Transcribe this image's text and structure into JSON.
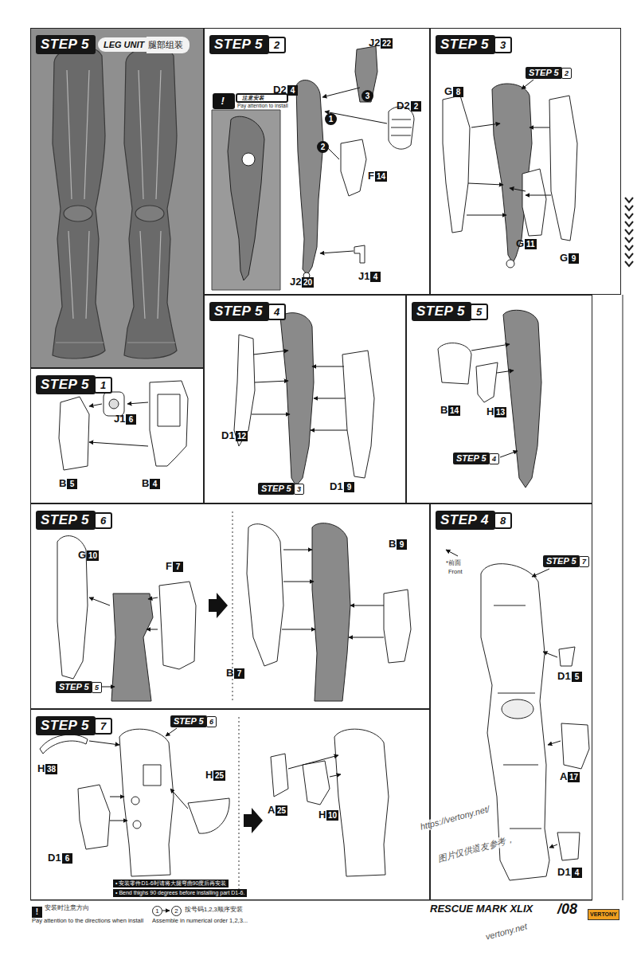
{
  "diagram": {
    "nodes": [
      {
        "text": [
          "STEP 5",
          "LEG UNIT",
          "腿部组装"
        ]
      },
      {
        "text": [
          "STEP 5",
          "2"
        ]
      },
      {
        "text": [
          "!",
          "注意安装",
          "Pay attention to install"
        ],
        "in": 1
      },
      {
        "text": [
          "STEP 5",
          "3"
        ]
      },
      {
        "text": [
          "STEP 5",
          "1"
        ]
      },
      {
        "text": [
          "STEP 5",
          "4"
        ]
      },
      {
        "text": [
          "STEP 5",
          "5"
        ]
      },
      {
        "text": [
          "STEP 5",
          "6"
        ]
      },
      {
        "text": [
          "STEP 4",
          "8"
        ]
      },
      {
        "text": [
          "STEP 5",
          "7"
        ]
      }
    ],
    "labels": [
      "J2",
      "22",
      "D2",
      "4",
      "3",
      "D2",
      "2",
      "1",
      "2",
      "F",
      "14",
      "J1",
      "4",
      "J2",
      "20",
      "STEP 5",
      "2",
      "G",
      "8",
      "G",
      "11",
      "G",
      "9",
      "J1",
      "6",
      "B",
      "5",
      "B",
      "4",
      "D1",
      "12",
      "STEP 5",
      "3",
      "D1",
      "9",
      "B",
      "14",
      "H",
      "13",
      "STEP 5",
      "4",
      "G",
      "10",
      "F",
      "7",
      "B",
      "9",
      "B",
      "7",
      "STEP 5",
      "5",
      "STEP 5",
      "7",
      "*前面",
      "Front",
      "D1",
      "5",
      "A",
      "17",
      "D1",
      "4",
      "STEP 5",
      "6",
      "H",
      "38",
      "H",
      "25",
      "A",
      "25",
      "H",
      "10",
      "D1",
      "6",
      "• 安装零件D1-6时请将大腿弯曲90度后再安装",
      "• Bend thighs 90 degrees before installing part D1-6.",
      "!",
      "安装时注意方向",
      "Pay attention to the directions when install",
      "1",
      "2",
      "按号码1,2,3顺序安装",
      "Assemble in numerical order 1,2,3...",
      "RESCUE MARK XLIX",
      "/08",
      "VERTONY",
      "https://vertony.net/",
      "图片仅供道友参考，",
      "vertony.net"
    ]
  }
}
